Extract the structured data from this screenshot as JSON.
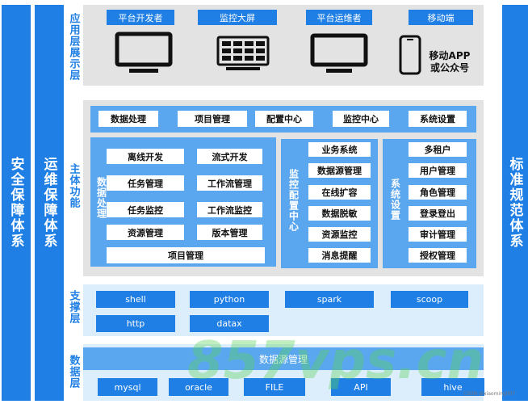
{
  "pillars": {
    "left1": "安全保障体系",
    "left2": "运维保障体系",
    "right": "标准规范体系"
  },
  "layers": {
    "app": "应用层展示层",
    "main": "主体功能",
    "support": "支撑层",
    "data": "数据层"
  },
  "app_layer": {
    "roles": [
      "平台开发者",
      "监控大屏",
      "平台运维者",
      "移动端"
    ],
    "mobile_text_1": "移动APP",
    "mobile_text_2": "或公众号",
    "icons": [
      "monitor-icon",
      "dashboard-screen-icon",
      "monitor-icon",
      "smartphone-icon"
    ]
  },
  "main_layer": {
    "tabs": [
      "数据处理",
      "项目管理",
      "配置中心",
      "监控中心",
      "系统设置"
    ],
    "data_processing": {
      "label": "数据处理",
      "items": [
        "离线开发",
        "流式开发",
        "任务管理",
        "工作流管理",
        "任务监控",
        "工作流监控",
        "资源管理",
        "版本管理"
      ],
      "footer": "项目管理"
    },
    "monitor_config": {
      "label": "监控配置中心",
      "items": [
        "业务系统",
        "数据源管理",
        "在线扩容",
        "数据脱敏",
        "资源监控",
        "消息提醒"
      ]
    },
    "system_settings": {
      "label": "系统设置",
      "items": [
        "多租户",
        "用户管理",
        "角色管理",
        "登录登出",
        "审计管理",
        "授权管理"
      ]
    }
  },
  "support_layer": {
    "items": [
      "shell",
      "python",
      "spark",
      "scoop",
      "http",
      "datax"
    ]
  },
  "data_layer": {
    "title": "数据源管理",
    "sources": [
      "mysql",
      "oracle",
      "FILE",
      "API",
      "hive"
    ]
  },
  "watermark": "857vps.cn",
  "credit": "CSDN @xiaoming007",
  "colors": {
    "primary": "#1f7fe5",
    "light": "#5aa6ef",
    "panel": "#e3e3e3",
    "pale": "#dceefc"
  }
}
